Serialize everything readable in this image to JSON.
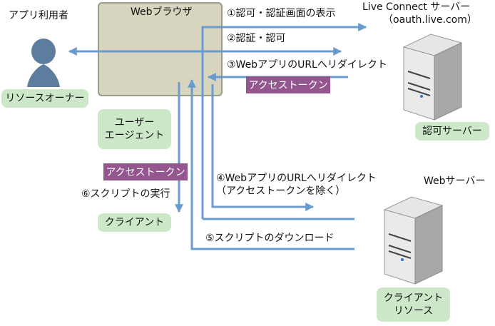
{
  "browser_label": "Webブラウザ",
  "user": {
    "title": "アプリ利用者",
    "role": "リソースオーナー"
  },
  "user_agent": [
    "ユーザー",
    "エージェント"
  ],
  "client": "クライアント",
  "auth_server": {
    "title": "Live Connect サーバー",
    "host": "（oauth.live.com）",
    "role": "認可サーバー"
  },
  "web_server": {
    "title": "Webサーバー",
    "role": [
      "クライアント",
      "リソース"
    ]
  },
  "token_label": "アクセストークン",
  "steps": {
    "s1": "①認可・認証画面の表示",
    "s2": "②認証・認可",
    "s3": "③WebアプリのURLへリダイレクト",
    "s4a": "④WebアプリのURLへリダイレクト",
    "s4b": "（アクセストークンを除く）",
    "s5": "⑤スクリプトのダウンロード",
    "s6": "⑥スクリプトの実行"
  },
  "colors": {
    "arrow": "#6a9bd0",
    "token_box": "#93568e",
    "role_box": "#cde8c9",
    "browser_box": "#d7d5be"
  }
}
